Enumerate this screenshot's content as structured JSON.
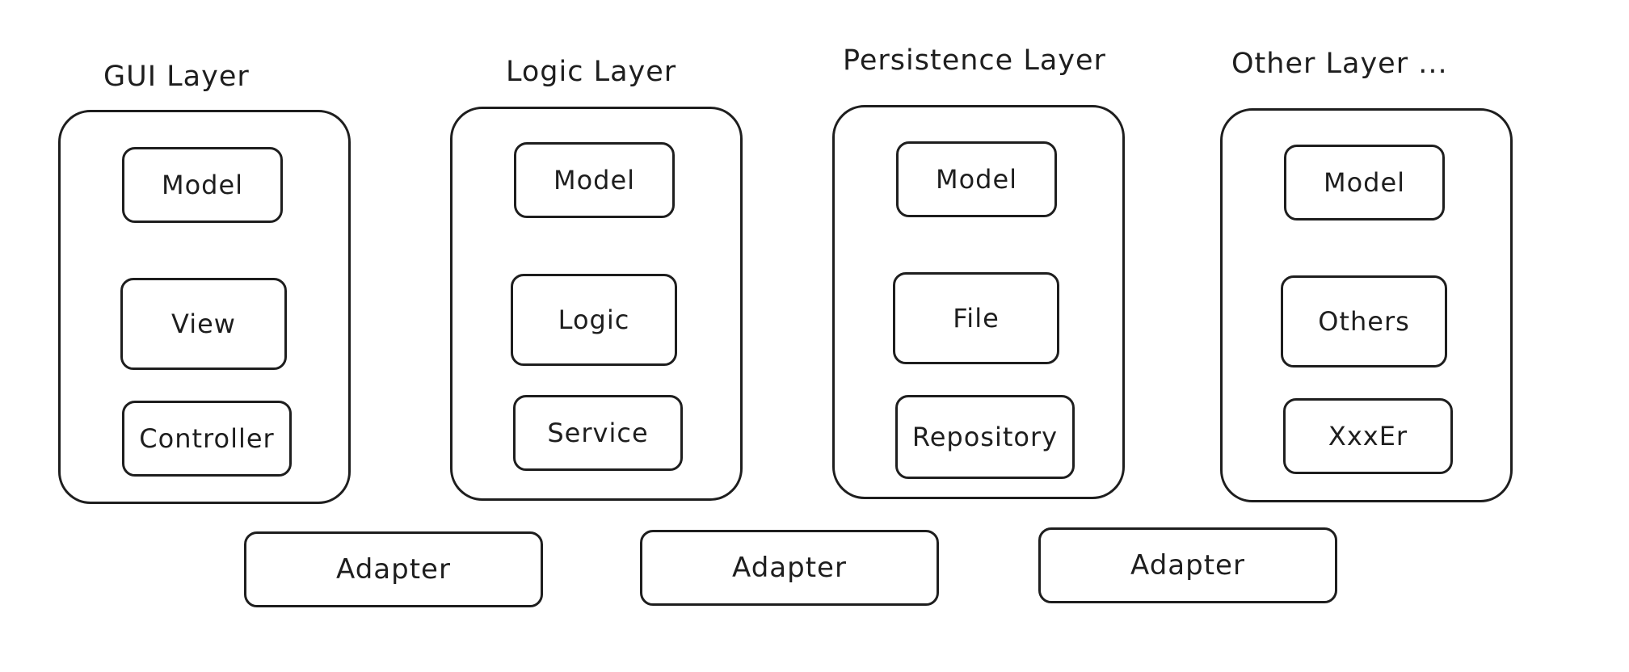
{
  "layers": [
    {
      "title": "GUI Layer",
      "components": [
        "Model",
        "View",
        "Controller"
      ]
    },
    {
      "title": "Logic Layer",
      "components": [
        "Model",
        "Logic",
        "Service"
      ]
    },
    {
      "title": "Persistence Layer",
      "components": [
        "Model",
        "File",
        "Repository"
      ]
    },
    {
      "title": "Other Layer ...",
      "components": [
        "Model",
        "Others",
        "XxxEr"
      ]
    }
  ],
  "adapters": [
    "Adapter",
    "Adapter",
    "Adapter"
  ],
  "colors": {
    "stroke": "#1e1e1e",
    "background": "#ffffff"
  }
}
